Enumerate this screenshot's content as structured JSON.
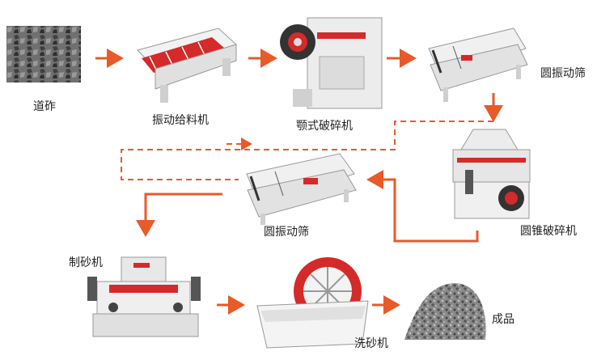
{
  "colors": {
    "arrow": "#e85a2a",
    "machine": "#eeeeee",
    "accent": "#d42a2a",
    "stone": "#6b6b6b"
  },
  "icons": {
    "raw_stone": "rock-pile-icon",
    "feeder": "vibrating-feeder-icon",
    "jaw_crusher": "jaw-crusher-icon",
    "screen": "vibrating-screen-icon",
    "cone_crusher": "cone-crusher-icon",
    "sand_maker": "sand-making-machine-icon",
    "sand_washer": "sand-washer-icon",
    "product": "gravel-pile-icon"
  },
  "labels": {
    "raw_stone": "道砟",
    "feeder": "振动给料机",
    "jaw_crusher": "颚式破碎机",
    "screen_1": "圆振动筛",
    "cone_crusher": "圆锥破碎机",
    "screen_2": "圆振动筛",
    "sand_maker": "制砂机",
    "sand_washer": "洗砂机",
    "product": "成品"
  }
}
